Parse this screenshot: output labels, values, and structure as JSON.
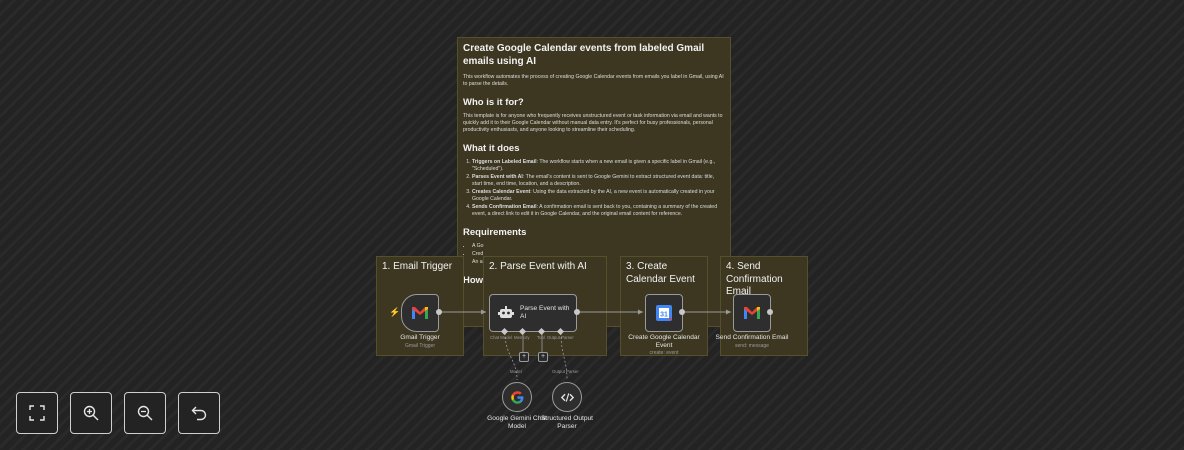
{
  "sticky": {
    "title": "Create Google Calendar events from labeled Gmail emails using AI",
    "intro": "This workflow automates the process of creating Google Calendar events from emails you label in Gmail, using AI to parse the details.",
    "who_heading": "Who is it for?",
    "who_text": "This template is for anyone who frequently receives unstructured event or task information via email and wants to quickly add it to their Google Calendar without manual data entry. It's perfect for busy professionals, personal productivity enthusiasts, and anyone looking to streamline their scheduling.",
    "what_heading": "What it does",
    "steps": [
      {
        "bold": "Triggers on Labeled Email",
        "text": ": The workflow starts when a new email is given a specific label in Gmail (e.g., \"Scheduled\")."
      },
      {
        "bold": "Parses Event with AI",
        "text": ": The email's content is sent to Google Gemini to extract structured event data: title, start time, end time, location, and a description."
      },
      {
        "bold": "Creates Calendar Event",
        "text": ": Using the data extracted by the AI, a new event is automatically created in your Google Calendar."
      },
      {
        "bold": "Sends Confirmation Email",
        "text": ": A confirmation email is sent back to you, containing a summary of the created event, a direct link to edit it in Google Calendar, and the original email content for reference."
      }
    ],
    "req_heading": "Requirements",
    "req_items": [
      "A Go",
      "Cred",
      "An a"
    ],
    "how_heading": "How"
  },
  "sections": [
    "1. Email Trigger",
    "2. Parse Event with AI",
    "3. Create Calendar Event",
    "4. Send Confirmation Email"
  ],
  "nodes": {
    "gmail_trigger": {
      "label": "Gmail Trigger",
      "sub": "Gmail Trigger"
    },
    "parse_event": {
      "label": "Parse Event with AI"
    },
    "create_event": {
      "label": "Create Google Calendar Event",
      "sub": "create: event"
    },
    "send_email": {
      "label": "Send Confirmation Email",
      "sub": "send: message"
    },
    "gemini_model": {
      "label": "Google Gemini Chat Model"
    },
    "output_parser": {
      "label": "Structured Output Parser"
    }
  },
  "ports": {
    "chat_model": "Chat Model",
    "memory": "Memory",
    "tool": "Tool",
    "output_parser": "Output Parser"
  },
  "edge_labels": {
    "model": "Model",
    "output_parser": "Output Parser"
  },
  "icons": {
    "fullscreen": "fullscreen-icon",
    "zoom_in": "zoom-in-icon",
    "zoom_out": "zoom-out-icon",
    "reset": "undo-icon",
    "gmail": "gmail-icon",
    "robot": "robot-icon",
    "calendar": "google-calendar-icon",
    "google": "google-icon",
    "code": "code-icon"
  },
  "colors": {
    "background": "#232323",
    "sticky": "#3d3722",
    "sticky_border": "#55502c",
    "node_border": "#9a9a9a",
    "trigger_bolt": "#ff6d5a"
  }
}
